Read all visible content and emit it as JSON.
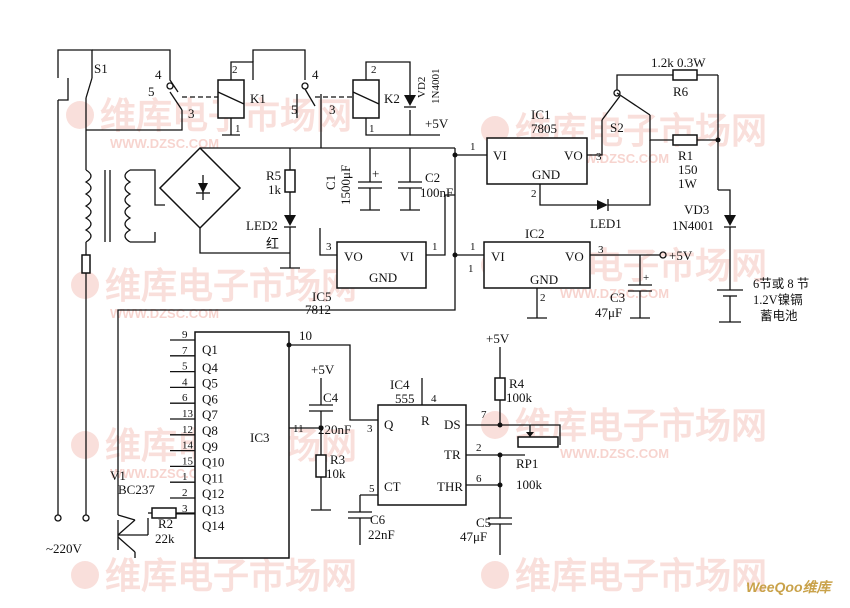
{
  "watermark": {
    "main": "维库电子市场网",
    "url": "WWW.DZSC.COM",
    "corner_logo": "WeeQoo维库"
  },
  "mains": {
    "s1": "S1",
    "pin4": "4",
    "pin5": "5",
    "pin3": "3",
    "voltage": "~220V"
  },
  "relays": {
    "k1": "K1",
    "k1_pin2": "2",
    "k1_pin1": "1",
    "k2": "K2",
    "k2_pin2": "2",
    "k2_pin1": "1",
    "sw_pin4": "4",
    "sw_pin5": "5",
    "sw_pin3": "3"
  },
  "diodes": {
    "vd2": "VD2",
    "vd2_type": "1N4001",
    "vd3": "VD3",
    "vd3_type": "1N4001",
    "led1": "LED1",
    "led2": "LED2",
    "led2_color": "红"
  },
  "resistors": {
    "r5": "R5",
    "r5_val": "1k",
    "r6_val": "1.2k  0.3W",
    "r6": "R6",
    "r1": "R1",
    "r1_val": "150",
    "r1_power": "1W",
    "r2": "R2",
    "r2_val": "22k",
    "r3": "R3",
    "r3_val": "10k",
    "r4": "R4",
    "r4_val": "100k",
    "rp1": "RP1",
    "rp1_val": "100k"
  },
  "capacitors": {
    "c1": "C1",
    "c1_val": "1500μF",
    "c2": "C2",
    "c2_val": "100nF",
    "c3": "C3",
    "c3_val": "47μF",
    "c4": "C4",
    "c4_val": "220nF",
    "c5": "C5",
    "c5_val": "47μF",
    "c6": "C6",
    "c6_val": "22nF"
  },
  "ic1": {
    "name": "IC1",
    "type": "7805",
    "vi": "VI",
    "vo": "VO",
    "gnd": "GND",
    "p1": "1",
    "p2": "2",
    "p3": "3"
  },
  "ic2": {
    "name": "IC2",
    "vi": "VI",
    "vo": "VO",
    "gnd": "GND",
    "p1": "1",
    "p2": "2",
    "p3": "3"
  },
  "ic5": {
    "name": "IC5",
    "type": "7812",
    "vi": "VI",
    "vo": "VO",
    "gnd": "GND",
    "p1": "1",
    "p3": "3"
  },
  "s2": "S2",
  "supply": {
    "v5a": "+5V",
    "v5b": "+5V",
    "v5c": "+5V",
    "v5d": "+5V"
  },
  "battery": {
    "line1": "6节或 8 节",
    "line2": "1.2V镍镉",
    "line3": "蓄电池"
  },
  "ic3": {
    "name": "IC3",
    "pins": [
      {
        "num": "9",
        "label": ""
      },
      {
        "num": "7",
        "label": "Q4"
      },
      {
        "num": "5",
        "label": "Q5"
      },
      {
        "num": "4",
        "label": "Q6"
      },
      {
        "num": "6",
        "label": "Q7"
      },
      {
        "num": "13",
        "label": "Q8"
      },
      {
        "num": "12",
        "label": "Q9"
      },
      {
        "num": "14",
        "label": "Q10"
      },
      {
        "num": "15",
        "label": "Q11"
      },
      {
        "num": "1",
        "label": "Q12"
      },
      {
        "num": "2",
        "label": "Q13"
      },
      {
        "num": "3",
        "label": "Q14"
      }
    ],
    "q1": "Q1",
    "p10": "10",
    "p11": "11"
  },
  "ic4": {
    "name": "IC4",
    "type": "555",
    "q": "Q",
    "r": "R",
    "ds": "DS",
    "tr": "TR",
    "ct": "CT",
    "thr": "THR",
    "p3": "3",
    "p4": "4",
    "p7": "7",
    "p2": "2",
    "p6": "6",
    "p5": "5"
  },
  "transistor": {
    "name": "V1",
    "type": "BC237"
  }
}
